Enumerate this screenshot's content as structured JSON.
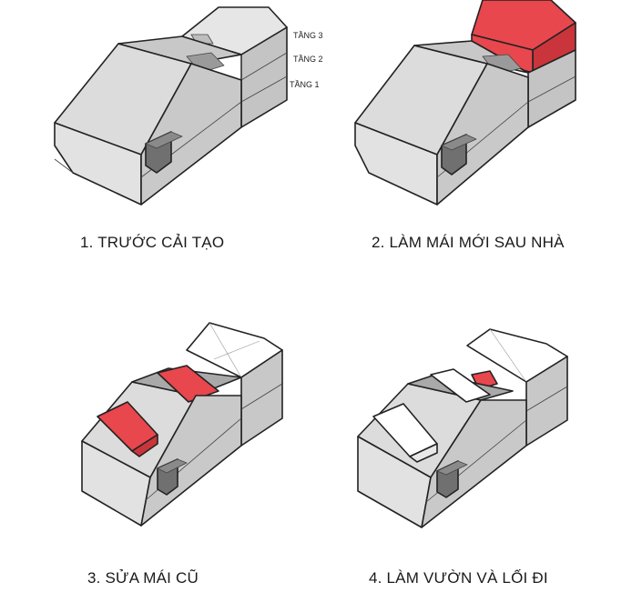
{
  "colors": {
    "roof_light": "#d4d4d4",
    "wall_light": "#e2e2e2",
    "wall_mid": "#c9c9c9",
    "wall_dark": "#b5b5b5",
    "chimney_dark": "#707070",
    "new_red": "#e8474d",
    "new_red_dark": "#c9353b",
    "white_part": "#ffffff",
    "edge": "#222222"
  },
  "floor_labels": [
    "TẦNG 3",
    "TẦNG 2",
    "TẦNG 1"
  ],
  "panels": [
    {
      "caption": "1. TRƯỚC CẢI TẠO"
    },
    {
      "caption": "2. LÀM MÁI MỚI SAU NHÀ"
    },
    {
      "caption": "3. SỬA MÁI CŨ"
    },
    {
      "caption": "4. LÀM VƯỜN VÀ LỐI ĐI"
    }
  ]
}
